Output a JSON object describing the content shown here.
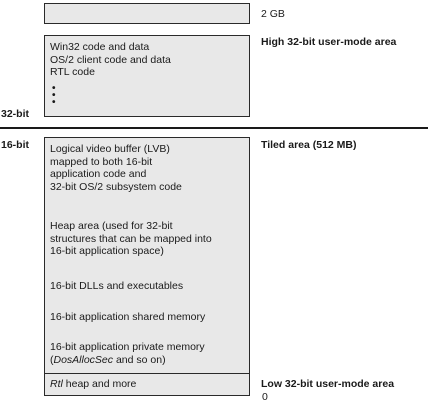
{
  "top_box": {
    "label": "2 GB"
  },
  "high_box": {
    "label": "High 32-bit user-mode area",
    "lines": "Win32 code and data\nOS/2 client code and data\nRTL code",
    "dots": "•\n•\n•"
  },
  "divider": {
    "upper_label": "32-bit",
    "lower_label": "16-bit"
  },
  "tiled_box": {
    "label": "Tiled area (512 MB)",
    "lvb": "Logical video buffer (LVB)\nmapped to both 16-bit\napplication code and\n32-bit OS/2 subsystem code",
    "heap": "Heap area (used for 32-bit\nstructures that can be mapped into\n16-bit application space)",
    "dlls": "16-bit DLLs and executables",
    "shared": "16-bit application shared memory",
    "private_line1": "16-bit application private memory",
    "private_italic": "DosAllocSec",
    "private_rest": " and so on)",
    "private_open": "("
  },
  "low_box": {
    "label": "Low 32-bit user-mode area",
    "zero": "0",
    "text_italic": "Rtl",
    "text_rest": " heap and more"
  }
}
